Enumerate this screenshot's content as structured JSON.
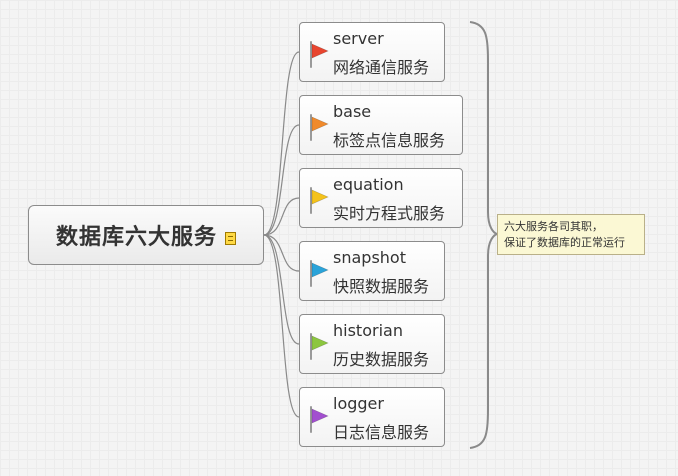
{
  "root": {
    "title": "数据库六大服务",
    "icon": "note-icon"
  },
  "topics": [
    {
      "name": "server",
      "desc": "网络通信服务",
      "flag_color": "#e8452f"
    },
    {
      "name": "base",
      "desc": "标签点信息服务",
      "flag_color": "#f08a2c"
    },
    {
      "name": "equation",
      "desc": "实时方程式服务",
      "flag_color": "#f4c21b"
    },
    {
      "name": "snapshot",
      "desc": "快照数据服务",
      "flag_color": "#2aa3d9"
    },
    {
      "name": "historian",
      "desc": "历史数据服务",
      "flag_color": "#8cc63f"
    },
    {
      "name": "logger",
      "desc": "日志信息服务",
      "flag_color": "#a24fcf"
    }
  ],
  "callout": {
    "line1": "六大服务各司其职，",
    "line2": "保证了数据库的正常运行"
  },
  "colors": {
    "connector": "#8a8a8a",
    "bracket": "#8a8a8a"
  }
}
